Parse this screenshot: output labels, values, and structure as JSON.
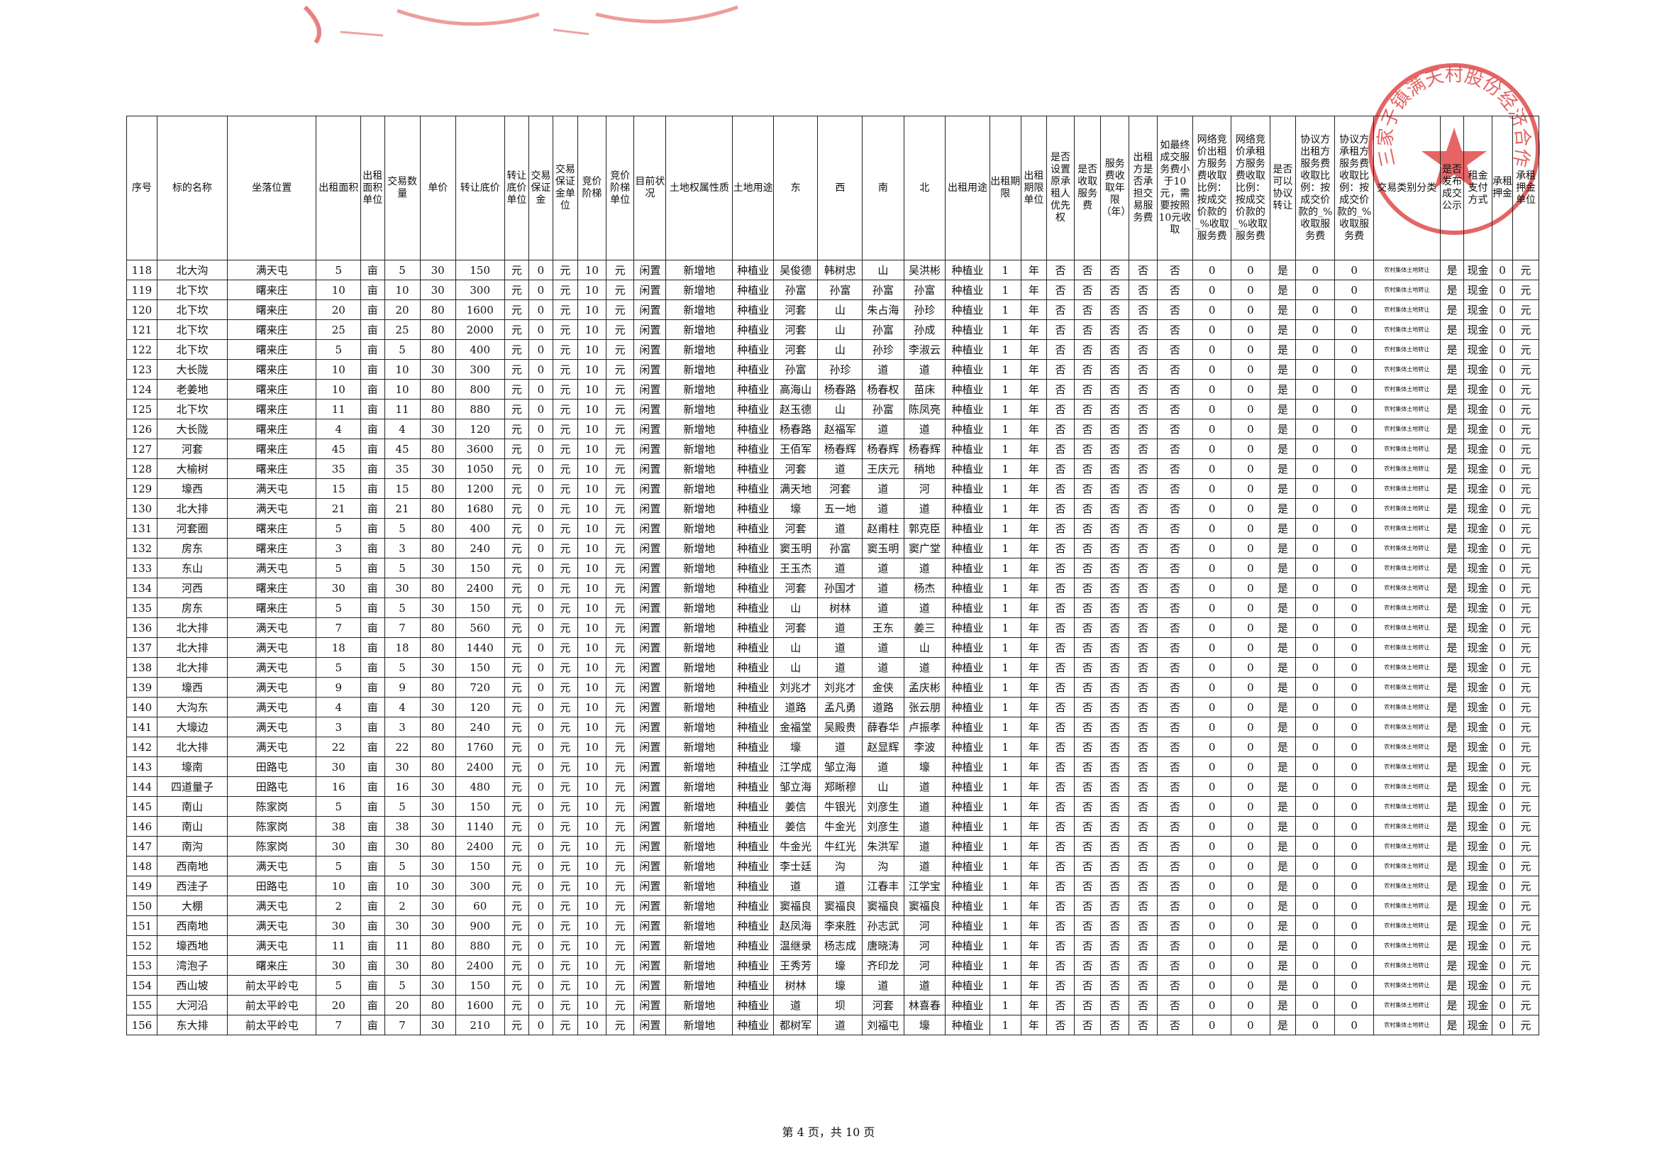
{
  "columns": [
    "序号",
    "标的名称",
    "坐落位置",
    "出租面积",
    "出租面积单位",
    "交易数量",
    "单价",
    "转让底价",
    "转让底价单位",
    "交易保证金",
    "交易保证金单位",
    "竞价阶梯",
    "竞价阶梯单位",
    "目前状况",
    "土地权属性质",
    "土地用途",
    "东",
    "西",
    "南",
    "北",
    "出租用途",
    "出租期限",
    "出租期限单位",
    "是否设置原承租人优先权",
    "是否收取服务费",
    "服务费收取年限（年）",
    "出租方是否承担交易服务费",
    "如最终成交服务费小于10元，需要按照10元收取",
    "网络竞价出租方服务费收取比例：按成交价款的_%收取服务费",
    "网络竞价承租方服务费收取比例：按成交价款的_%收取服务费",
    "是否可以协议转让",
    "协议方出租方服务费收取比例：按成交价款的_%收取服务费",
    "协议方承租方服务费收取比例：按成交价款的_%收取服务费",
    "交易类别分类",
    "是否发布成交公示",
    "租金支付方式",
    "承租押金",
    "承租押金单位"
  ],
  "rows": [
    [
      "118",
      "北大沟",
      "满天屯",
      "5",
      "亩",
      "5",
      "30",
      "150",
      "元",
      "0",
      "元",
      "10",
      "元",
      "闲置",
      "新增地",
      "种植业",
      "吴俊德",
      "韩树忠",
      "山",
      "吴洪彬",
      "种植业",
      "1",
      "年",
      "否",
      "否",
      "否",
      "否",
      "否",
      "0",
      "0",
      "是",
      "0",
      "0",
      "农村集体土地转让",
      "是",
      "现金",
      "0",
      "元"
    ],
    [
      "119",
      "北下坎",
      "曙来庄",
      "10",
      "亩",
      "10",
      "30",
      "300",
      "元",
      "0",
      "元",
      "10",
      "元",
      "闲置",
      "新增地",
      "种植业",
      "孙富",
      "孙富",
      "孙富",
      "孙富",
      "种植业",
      "1",
      "年",
      "否",
      "否",
      "否",
      "否",
      "否",
      "0",
      "0",
      "是",
      "0",
      "0",
      "农村集体土地转让",
      "是",
      "现金",
      "0",
      "元"
    ],
    [
      "120",
      "北下坎",
      "曙来庄",
      "20",
      "亩",
      "20",
      "80",
      "1600",
      "元",
      "0",
      "元",
      "10",
      "元",
      "闲置",
      "新增地",
      "种植业",
      "河套",
      "山",
      "朱占海",
      "孙珍",
      "种植业",
      "1",
      "年",
      "否",
      "否",
      "否",
      "否",
      "否",
      "0",
      "0",
      "是",
      "0",
      "0",
      "农村集体土地转让",
      "是",
      "现金",
      "0",
      "元"
    ],
    [
      "121",
      "北下坎",
      "曙来庄",
      "25",
      "亩",
      "25",
      "80",
      "2000",
      "元",
      "0",
      "元",
      "10",
      "元",
      "闲置",
      "新增地",
      "种植业",
      "河套",
      "山",
      "孙富",
      "孙成",
      "种植业",
      "1",
      "年",
      "否",
      "否",
      "否",
      "否",
      "否",
      "0",
      "0",
      "是",
      "0",
      "0",
      "农村集体土地转让",
      "是",
      "现金",
      "0",
      "元"
    ],
    [
      "122",
      "北下坎",
      "曙来庄",
      "5",
      "亩",
      "5",
      "80",
      "400",
      "元",
      "0",
      "元",
      "10",
      "元",
      "闲置",
      "新增地",
      "种植业",
      "河套",
      "山",
      "孙珍",
      "李淑云",
      "种植业",
      "1",
      "年",
      "否",
      "否",
      "否",
      "否",
      "否",
      "0",
      "0",
      "是",
      "0",
      "0",
      "农村集体土地转让",
      "是",
      "现金",
      "0",
      "元"
    ],
    [
      "123",
      "大长陇",
      "曙来庄",
      "10",
      "亩",
      "10",
      "30",
      "300",
      "元",
      "0",
      "元",
      "10",
      "元",
      "闲置",
      "新增地",
      "种植业",
      "孙富",
      "孙珍",
      "道",
      "道",
      "种植业",
      "1",
      "年",
      "否",
      "否",
      "否",
      "否",
      "否",
      "0",
      "0",
      "是",
      "0",
      "0",
      "农村集体土地转让",
      "是",
      "现金",
      "0",
      "元"
    ],
    [
      "124",
      "老姜地",
      "曙来庄",
      "10",
      "亩",
      "10",
      "80",
      "800",
      "元",
      "0",
      "元",
      "10",
      "元",
      "闲置",
      "新增地",
      "种植业",
      "高海山",
      "杨春路",
      "杨春权",
      "苗床",
      "种植业",
      "1",
      "年",
      "否",
      "否",
      "否",
      "否",
      "否",
      "0",
      "0",
      "是",
      "0",
      "0",
      "农村集体土地转让",
      "是",
      "现金",
      "0",
      "元"
    ],
    [
      "125",
      "北下坎",
      "曙来庄",
      "11",
      "亩",
      "11",
      "80",
      "880",
      "元",
      "0",
      "元",
      "10",
      "元",
      "闲置",
      "新增地",
      "种植业",
      "赵玉德",
      "山",
      "孙富",
      "陈凤亮",
      "种植业",
      "1",
      "年",
      "否",
      "否",
      "否",
      "否",
      "否",
      "0",
      "0",
      "是",
      "0",
      "0",
      "农村集体土地转让",
      "是",
      "现金",
      "0",
      "元"
    ],
    [
      "126",
      "大长陇",
      "曙来庄",
      "4",
      "亩",
      "4",
      "30",
      "120",
      "元",
      "0",
      "元",
      "10",
      "元",
      "闲置",
      "新增地",
      "种植业",
      "杨春路",
      "赵福军",
      "道",
      "道",
      "种植业",
      "1",
      "年",
      "否",
      "否",
      "否",
      "否",
      "否",
      "0",
      "0",
      "是",
      "0",
      "0",
      "农村集体土地转让",
      "是",
      "现金",
      "0",
      "元"
    ],
    [
      "127",
      "河套",
      "曙来庄",
      "45",
      "亩",
      "45",
      "80",
      "3600",
      "元",
      "0",
      "元",
      "10",
      "元",
      "闲置",
      "新增地",
      "种植业",
      "王佰军",
      "杨春辉",
      "杨春辉",
      "杨春辉",
      "种植业",
      "1",
      "年",
      "否",
      "否",
      "否",
      "否",
      "否",
      "0",
      "0",
      "是",
      "0",
      "0",
      "农村集体土地转让",
      "是",
      "现金",
      "0",
      "元"
    ],
    [
      "128",
      "大榆树",
      "曙来庄",
      "35",
      "亩",
      "35",
      "30",
      "1050",
      "元",
      "0",
      "元",
      "10",
      "元",
      "闲置",
      "新增地",
      "种植业",
      "河套",
      "道",
      "王庆元",
      "稍地",
      "种植业",
      "1",
      "年",
      "否",
      "否",
      "否",
      "否",
      "否",
      "0",
      "0",
      "是",
      "0",
      "0",
      "农村集体土地转让",
      "是",
      "现金",
      "0",
      "元"
    ],
    [
      "129",
      "壕西",
      "满天屯",
      "15",
      "亩",
      "15",
      "80",
      "1200",
      "元",
      "0",
      "元",
      "10",
      "元",
      "闲置",
      "新增地",
      "种植业",
      "满天地",
      "河套",
      "道",
      "河",
      "种植业",
      "1",
      "年",
      "否",
      "否",
      "否",
      "否",
      "否",
      "0",
      "0",
      "是",
      "0",
      "0",
      "农村集体土地转让",
      "是",
      "现金",
      "0",
      "元"
    ],
    [
      "130",
      "北大排",
      "满天屯",
      "21",
      "亩",
      "21",
      "80",
      "1680",
      "元",
      "0",
      "元",
      "10",
      "元",
      "闲置",
      "新增地",
      "种植业",
      "壕",
      "五一地",
      "道",
      "道",
      "种植业",
      "1",
      "年",
      "否",
      "否",
      "否",
      "否",
      "否",
      "0",
      "0",
      "是",
      "0",
      "0",
      "农村集体土地转让",
      "是",
      "现金",
      "0",
      "元"
    ],
    [
      "131",
      "河套圈",
      "曙来庄",
      "5",
      "亩",
      "5",
      "80",
      "400",
      "元",
      "0",
      "元",
      "10",
      "元",
      "闲置",
      "新增地",
      "种植业",
      "河套",
      "道",
      "赵甫柱",
      "郭克臣",
      "种植业",
      "1",
      "年",
      "否",
      "否",
      "否",
      "否",
      "否",
      "0",
      "0",
      "是",
      "0",
      "0",
      "农村集体土地转让",
      "是",
      "现金",
      "0",
      "元"
    ],
    [
      "132",
      "房东",
      "曙来庄",
      "3",
      "亩",
      "3",
      "80",
      "240",
      "元",
      "0",
      "元",
      "10",
      "元",
      "闲置",
      "新增地",
      "种植业",
      "窦玉明",
      "孙富",
      "窦玉明",
      "窦广堂",
      "种植业",
      "1",
      "年",
      "否",
      "否",
      "否",
      "否",
      "否",
      "0",
      "0",
      "是",
      "0",
      "0",
      "农村集体土地转让",
      "是",
      "现金",
      "0",
      "元"
    ],
    [
      "133",
      "东山",
      "满天屯",
      "5",
      "亩",
      "5",
      "30",
      "150",
      "元",
      "0",
      "元",
      "10",
      "元",
      "闲置",
      "新增地",
      "种植业",
      "王玉杰",
      "道",
      "道",
      "道",
      "种植业",
      "1",
      "年",
      "否",
      "否",
      "否",
      "否",
      "否",
      "0",
      "0",
      "是",
      "0",
      "0",
      "农村集体土地转让",
      "是",
      "现金",
      "0",
      "元"
    ],
    [
      "134",
      "河西",
      "曙来庄",
      "30",
      "亩",
      "30",
      "80",
      "2400",
      "元",
      "0",
      "元",
      "10",
      "元",
      "闲置",
      "新增地",
      "种植业",
      "河套",
      "孙国才",
      "道",
      "杨杰",
      "种植业",
      "1",
      "年",
      "否",
      "否",
      "否",
      "否",
      "否",
      "0",
      "0",
      "是",
      "0",
      "0",
      "农村集体土地转让",
      "是",
      "现金",
      "0",
      "元"
    ],
    [
      "135",
      "房东",
      "曙来庄",
      "5",
      "亩",
      "5",
      "30",
      "150",
      "元",
      "0",
      "元",
      "10",
      "元",
      "闲置",
      "新增地",
      "种植业",
      "山",
      "树林",
      "道",
      "道",
      "种植业",
      "1",
      "年",
      "否",
      "否",
      "否",
      "否",
      "否",
      "0",
      "0",
      "是",
      "0",
      "0",
      "农村集体土地转让",
      "是",
      "现金",
      "0",
      "元"
    ],
    [
      "136",
      "北大排",
      "满天屯",
      "7",
      "亩",
      "7",
      "80",
      "560",
      "元",
      "0",
      "元",
      "10",
      "元",
      "闲置",
      "新增地",
      "种植业",
      "河套",
      "道",
      "王东",
      "姜三",
      "种植业",
      "1",
      "年",
      "否",
      "否",
      "否",
      "否",
      "否",
      "0",
      "0",
      "是",
      "0",
      "0",
      "农村集体土地转让",
      "是",
      "现金",
      "0",
      "元"
    ],
    [
      "137",
      "北大排",
      "满天屯",
      "18",
      "亩",
      "18",
      "80",
      "1440",
      "元",
      "0",
      "元",
      "10",
      "元",
      "闲置",
      "新增地",
      "种植业",
      "山",
      "道",
      "道",
      "山",
      "种植业",
      "1",
      "年",
      "否",
      "否",
      "否",
      "否",
      "否",
      "0",
      "0",
      "是",
      "0",
      "0",
      "农村集体土地转让",
      "是",
      "现金",
      "0",
      "元"
    ],
    [
      "138",
      "北大排",
      "满天屯",
      "5",
      "亩",
      "5",
      "30",
      "150",
      "元",
      "0",
      "元",
      "10",
      "元",
      "闲置",
      "新增地",
      "种植业",
      "山",
      "道",
      "道",
      "道",
      "种植业",
      "1",
      "年",
      "否",
      "否",
      "否",
      "否",
      "否",
      "0",
      "0",
      "是",
      "0",
      "0",
      "农村集体土地转让",
      "是",
      "现金",
      "0",
      "元"
    ],
    [
      "139",
      "壕西",
      "满天屯",
      "9",
      "亩",
      "9",
      "80",
      "720",
      "元",
      "0",
      "元",
      "10",
      "元",
      "闲置",
      "新增地",
      "种植业",
      "刘兆才",
      "刘兆才",
      "金侠",
      "孟庆彬",
      "种植业",
      "1",
      "年",
      "否",
      "否",
      "否",
      "否",
      "否",
      "0",
      "0",
      "是",
      "0",
      "0",
      "农村集体土地转让",
      "是",
      "现金",
      "0",
      "元"
    ],
    [
      "140",
      "大沟东",
      "满天屯",
      "4",
      "亩",
      "4",
      "30",
      "120",
      "元",
      "0",
      "元",
      "10",
      "元",
      "闲置",
      "新增地",
      "种植业",
      "道路",
      "孟凡勇",
      "道路",
      "张云朋",
      "种植业",
      "1",
      "年",
      "否",
      "否",
      "否",
      "否",
      "否",
      "0",
      "0",
      "是",
      "0",
      "0",
      "农村集体土地转让",
      "是",
      "现金",
      "0",
      "元"
    ],
    [
      "141",
      "大壕边",
      "满天屯",
      "3",
      "亩",
      "3",
      "80",
      "240",
      "元",
      "0",
      "元",
      "10",
      "元",
      "闲置",
      "新增地",
      "种植业",
      "金福堂",
      "吴殿贵",
      "薛春华",
      "卢振孝",
      "种植业",
      "1",
      "年",
      "否",
      "否",
      "否",
      "否",
      "否",
      "0",
      "0",
      "是",
      "0",
      "0",
      "农村集体土地转让",
      "是",
      "现金",
      "0",
      "元"
    ],
    [
      "142",
      "北大排",
      "满天屯",
      "22",
      "亩",
      "22",
      "80",
      "1760",
      "元",
      "0",
      "元",
      "10",
      "元",
      "闲置",
      "新增地",
      "种植业",
      "壕",
      "道",
      "赵显辉",
      "李波",
      "种植业",
      "1",
      "年",
      "否",
      "否",
      "否",
      "否",
      "否",
      "0",
      "0",
      "是",
      "0",
      "0",
      "农村集体土地转让",
      "是",
      "现金",
      "0",
      "元"
    ],
    [
      "143",
      "壕南",
      "田路屯",
      "30",
      "亩",
      "30",
      "80",
      "2400",
      "元",
      "0",
      "元",
      "10",
      "元",
      "闲置",
      "新增地",
      "种植业",
      "江学成",
      "邹立海",
      "道",
      "壕",
      "种植业",
      "1",
      "年",
      "否",
      "否",
      "否",
      "否",
      "否",
      "0",
      "0",
      "是",
      "0",
      "0",
      "农村集体土地转让",
      "是",
      "现金",
      "0",
      "元"
    ],
    [
      "144",
      "四道量子",
      "田路屯",
      "16",
      "亩",
      "16",
      "30",
      "480",
      "元",
      "0",
      "元",
      "10",
      "元",
      "闲置",
      "新增地",
      "种植业",
      "邹立海",
      "郑晰穆",
      "山",
      "道",
      "种植业",
      "1",
      "年",
      "否",
      "否",
      "否",
      "否",
      "否",
      "0",
      "0",
      "是",
      "0",
      "0",
      "农村集体土地转让",
      "是",
      "现金",
      "0",
      "元"
    ],
    [
      "145",
      "南山",
      "陈家岗",
      "5",
      "亩",
      "5",
      "30",
      "150",
      "元",
      "0",
      "元",
      "10",
      "元",
      "闲置",
      "新增地",
      "种植业",
      "姜信",
      "牛银光",
      "刘彦生",
      "道",
      "种植业",
      "1",
      "年",
      "否",
      "否",
      "否",
      "否",
      "否",
      "0",
      "0",
      "是",
      "0",
      "0",
      "农村集体土地转让",
      "是",
      "现金",
      "0",
      "元"
    ],
    [
      "146",
      "南山",
      "陈家岗",
      "38",
      "亩",
      "38",
      "30",
      "1140",
      "元",
      "0",
      "元",
      "10",
      "元",
      "闲置",
      "新增地",
      "种植业",
      "姜信",
      "牛金光",
      "刘彦生",
      "道",
      "种植业",
      "1",
      "年",
      "否",
      "否",
      "否",
      "否",
      "否",
      "0",
      "0",
      "是",
      "0",
      "0",
      "农村集体土地转让",
      "是",
      "现金",
      "0",
      "元"
    ],
    [
      "147",
      "南沟",
      "陈家岗",
      "30",
      "亩",
      "30",
      "80",
      "2400",
      "元",
      "0",
      "元",
      "10",
      "元",
      "闲置",
      "新增地",
      "种植业",
      "牛金光",
      "牛红光",
      "朱洪军",
      "道",
      "种植业",
      "1",
      "年",
      "否",
      "否",
      "否",
      "否",
      "否",
      "0",
      "0",
      "是",
      "0",
      "0",
      "农村集体土地转让",
      "是",
      "现金",
      "0",
      "元"
    ],
    [
      "148",
      "西南地",
      "满天屯",
      "5",
      "亩",
      "5",
      "30",
      "150",
      "元",
      "0",
      "元",
      "10",
      "元",
      "闲置",
      "新增地",
      "种植业",
      "李士廷",
      "沟",
      "沟",
      "道",
      "种植业",
      "1",
      "年",
      "否",
      "否",
      "否",
      "否",
      "否",
      "0",
      "0",
      "是",
      "0",
      "0",
      "农村集体土地转让",
      "是",
      "现金",
      "0",
      "元"
    ],
    [
      "149",
      "西洼子",
      "田路屯",
      "10",
      "亩",
      "10",
      "30",
      "300",
      "元",
      "0",
      "元",
      "10",
      "元",
      "闲置",
      "新增地",
      "种植业",
      "道",
      "道",
      "江春丰",
      "江学宝",
      "种植业",
      "1",
      "年",
      "否",
      "否",
      "否",
      "否",
      "否",
      "0",
      "0",
      "是",
      "0",
      "0",
      "农村集体土地转让",
      "是",
      "现金",
      "0",
      "元"
    ],
    [
      "150",
      "大棚",
      "满天屯",
      "2",
      "亩",
      "2",
      "30",
      "60",
      "元",
      "0",
      "元",
      "10",
      "元",
      "闲置",
      "新增地",
      "种植业",
      "窦福良",
      "窦福良",
      "窦福良",
      "窦福良",
      "种植业",
      "1",
      "年",
      "否",
      "否",
      "否",
      "否",
      "否",
      "0",
      "0",
      "是",
      "0",
      "0",
      "农村集体土地转让",
      "是",
      "现金",
      "0",
      "元"
    ],
    [
      "151",
      "西南地",
      "满天屯",
      "30",
      "亩",
      "30",
      "30",
      "900",
      "元",
      "0",
      "元",
      "10",
      "元",
      "闲置",
      "新增地",
      "种植业",
      "赵凤海",
      "李来胜",
      "孙志武",
      "河",
      "种植业",
      "1",
      "年",
      "否",
      "否",
      "否",
      "否",
      "否",
      "0",
      "0",
      "是",
      "0",
      "0",
      "农村集体土地转让",
      "是",
      "现金",
      "0",
      "元"
    ],
    [
      "152",
      "壕西地",
      "满天屯",
      "11",
      "亩",
      "11",
      "80",
      "880",
      "元",
      "0",
      "元",
      "10",
      "元",
      "闲置",
      "新增地",
      "种植业",
      "温继录",
      "杨志成",
      "唐晓涛",
      "河",
      "种植业",
      "1",
      "年",
      "否",
      "否",
      "否",
      "否",
      "否",
      "0",
      "0",
      "是",
      "0",
      "0",
      "农村集体土地转让",
      "是",
      "现金",
      "0",
      "元"
    ],
    [
      "153",
      "湾泡子",
      "曙来庄",
      "30",
      "亩",
      "30",
      "80",
      "2400",
      "元",
      "0",
      "元",
      "10",
      "元",
      "闲置",
      "新增地",
      "种植业",
      "王秀芳",
      "壕",
      "齐印龙",
      "河",
      "种植业",
      "1",
      "年",
      "否",
      "否",
      "否",
      "否",
      "否",
      "0",
      "0",
      "是",
      "0",
      "0",
      "农村集体土地转让",
      "是",
      "现金",
      "0",
      "元"
    ],
    [
      "154",
      "西山坡",
      "前太平岭屯",
      "5",
      "亩",
      "5",
      "30",
      "150",
      "元",
      "0",
      "元",
      "10",
      "元",
      "闲置",
      "新增地",
      "种植业",
      "树林",
      "壕",
      "道",
      "道",
      "种植业",
      "1",
      "年",
      "否",
      "否",
      "否",
      "否",
      "否",
      "0",
      "0",
      "是",
      "0",
      "0",
      "农村集体土地转让",
      "是",
      "现金",
      "0",
      "元"
    ],
    [
      "155",
      "大河沿",
      "前太平岭屯",
      "20",
      "亩",
      "20",
      "80",
      "1600",
      "元",
      "0",
      "元",
      "10",
      "元",
      "闲置",
      "新增地",
      "种植业",
      "道",
      "坝",
      "河套",
      "林喜春",
      "种植业",
      "1",
      "年",
      "否",
      "否",
      "否",
      "否",
      "否",
      "0",
      "0",
      "是",
      "0",
      "0",
      "农村集体土地转让",
      "是",
      "现金",
      "0",
      "元"
    ],
    [
      "156",
      "东大排",
      "前太平岭屯",
      "7",
      "亩",
      "7",
      "30",
      "210",
      "元",
      "0",
      "元",
      "10",
      "元",
      "闲置",
      "新增地",
      "种植业",
      "都树军",
      "道",
      "刘福屯",
      "壕",
      "种植业",
      "1",
      "年",
      "否",
      "否",
      "否",
      "否",
      "否",
      "0",
      "0",
      "是",
      "0",
      "0",
      "农村集体土地转让",
      "是",
      "现金",
      "0",
      "元"
    ]
  ],
  "footer": "第 4 页，共 10 页",
  "seal": {
    "text": "大三家子镇满天村股份经济合作社",
    "color": "#e04a4a"
  },
  "colors": {
    "stamp": "#e04a4a",
    "text": "#111111"
  }
}
